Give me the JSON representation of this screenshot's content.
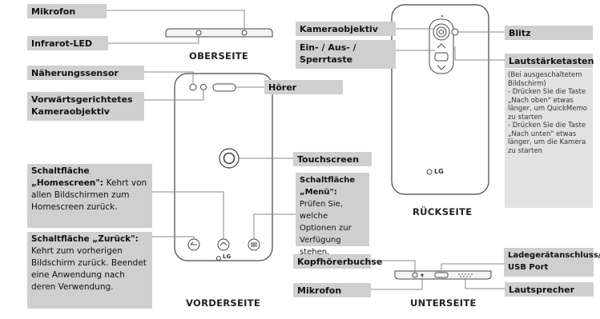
{
  "labels": {
    "mikrofon_top": "Mikrofon",
    "infrarot": "Infrarot-LED",
    "naeherung": "Näherungssensor",
    "front_kamera": "Vorwärtsgerichtetes Kameraobjektiv",
    "hoerer": "Hörer",
    "touchscreen": "Touchscreen",
    "home_title": "Schaltfläche „Homescreen\":",
    "home_desc": "Kehrt von allen Bildschirmen zum Homescreen zurück.",
    "menu_title": "Schaltfläche „Menü\":",
    "menu_desc": "Prüfen Sie, welche Optionen zur Verfügung stehen.",
    "back_title": "Schaltfläche „Zurück\":",
    "back_desc": "Kehrt zum vorherigen Bildschirm zurück. Beendet eine Anwendung nach deren Verwendung.",
    "kameraobjektiv": "Kameraobjektiv",
    "power": "Ein- / Aus- / Sperrtaste",
    "blitz": "Blitz",
    "lautstaerke": "Lautstärketasten",
    "lautstaerke_desc": "(Bei ausgeschaltetem Bildschirm)\n- Drücken Sie die Taste „Nach oben\" etwas länger, um QuickMemo zu starten\n- Drücken Sie die Taste „Nach unten\" etwas länger, um die Kamera zu starten",
    "kopfhoerer": "Kopfhörerbuchse",
    "mikrofon_bottom": "Mikrofon",
    "ladegeraet": "Ladegerätanschluss/ USB Port",
    "lautsprecher": "Lautsprecher"
  },
  "captions": {
    "oberseite": "OBERSEITE",
    "vorderseite": "VORDERSEITE",
    "rueckseite": "RÜCKSEITE",
    "unterseite": "UNTERSEITE"
  },
  "logo": "LG"
}
